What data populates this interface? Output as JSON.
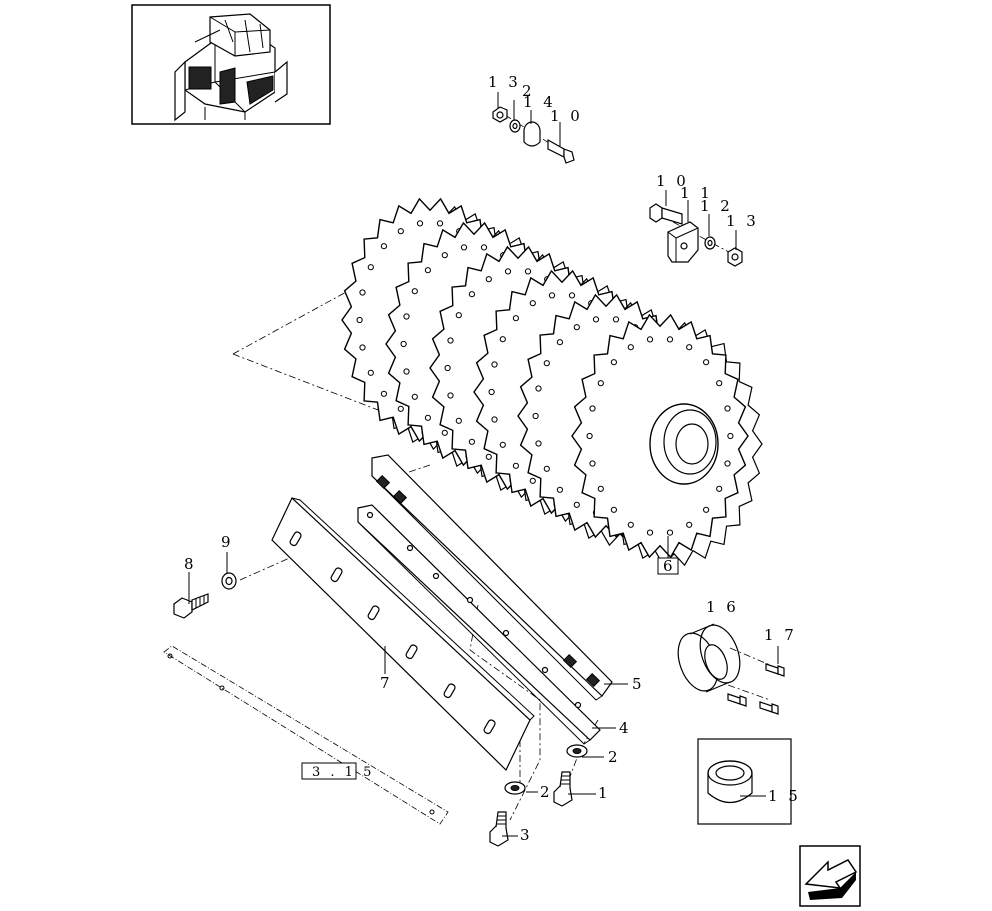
{
  "callouts": [
    {
      "id": "c13a",
      "text": "1 3"
    },
    {
      "id": "c2a",
      "text": "2"
    },
    {
      "id": "c14",
      "text": "1 4"
    },
    {
      "id": "c10a",
      "text": "1 0"
    },
    {
      "id": "c10b",
      "text": "1 0"
    },
    {
      "id": "c11",
      "text": "1 1"
    },
    {
      "id": "c12",
      "text": "1 2"
    },
    {
      "id": "c13b",
      "text": "1 3"
    },
    {
      "id": "c6",
      "text": "6"
    },
    {
      "id": "c9",
      "text": "9"
    },
    {
      "id": "c8",
      "text": "8"
    },
    {
      "id": "c16",
      "text": "1 6"
    },
    {
      "id": "c17",
      "text": "1 7"
    },
    {
      "id": "c7",
      "text": "7"
    },
    {
      "id": "c5",
      "text": "5"
    },
    {
      "id": "c4",
      "text": "4"
    },
    {
      "id": "c2b",
      "text": "2"
    },
    {
      "id": "c2c",
      "text": "2"
    },
    {
      "id": "c1",
      "text": "1"
    },
    {
      "id": "c3",
      "text": "3"
    },
    {
      "id": "c15",
      "text": "1 5"
    },
    {
      "id": "ref315",
      "text": "3 . 1 5"
    }
  ],
  "icons": {
    "thumbnail": "machine-overview-thumbnail",
    "nav": "previous-page-arrow-icon"
  }
}
